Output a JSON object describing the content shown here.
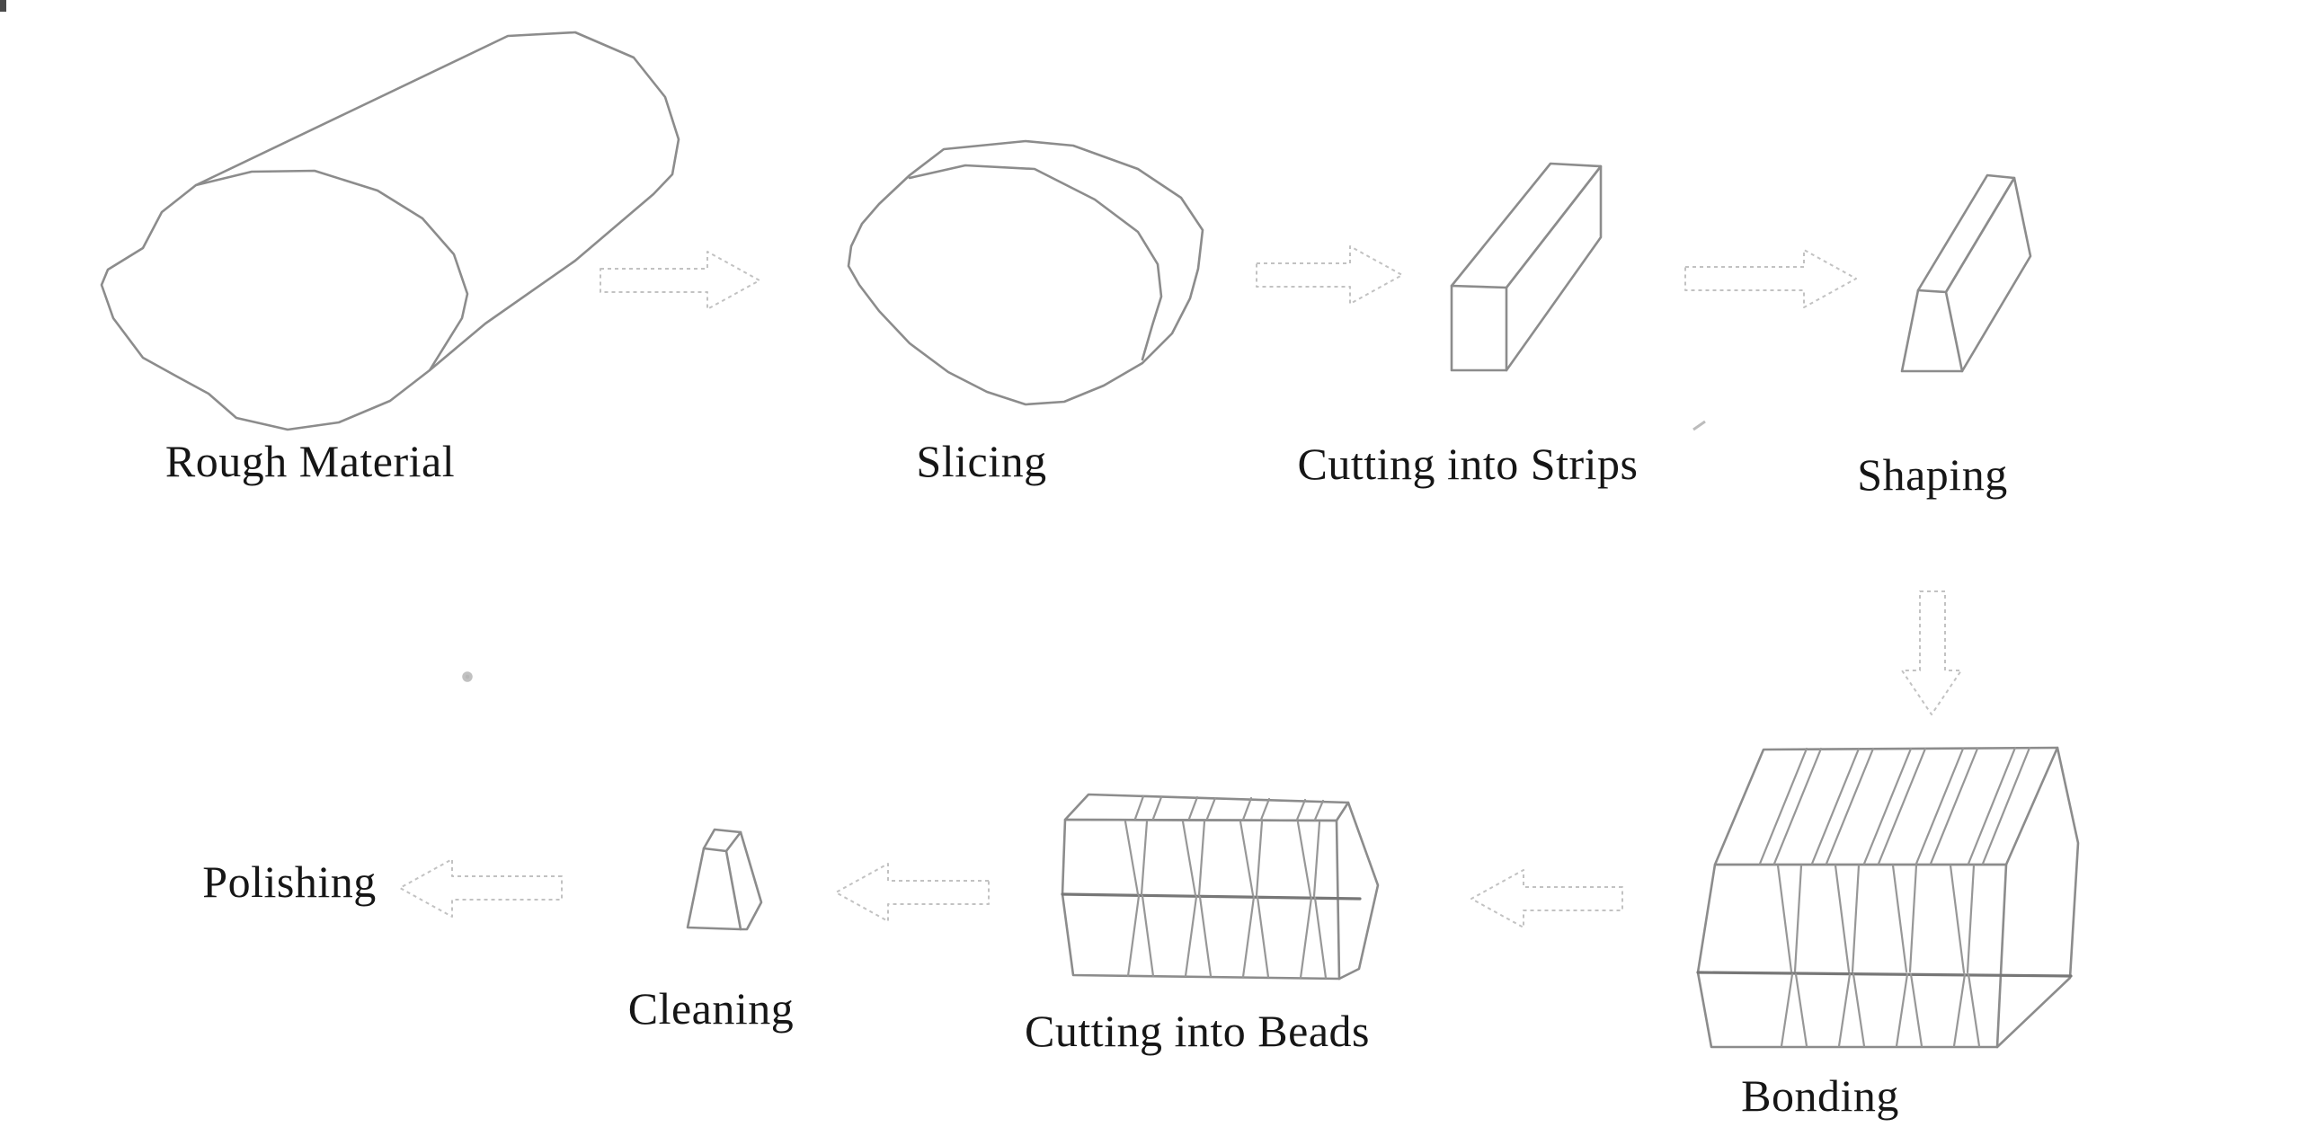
{
  "diagram": {
    "background_color": "#ffffff",
    "line_color": "#8c8c8c",
    "arrow_outline_color": "#c2c2c2",
    "text_color": "#161616",
    "steps": [
      {
        "label": "Rough Material",
        "shape": "irregular-log"
      },
      {
        "label": "Slicing",
        "shape": "sliced-disc"
      },
      {
        "label": "Cutting into Strips",
        "shape": "rectangular-strip-bar"
      },
      {
        "label": "Shaping",
        "shape": "tapered-strip-prism"
      },
      {
        "label": "Bonding",
        "shape": "bonded-strip-block"
      },
      {
        "label": "Cutting into Beads",
        "shape": "bead-cut-block"
      },
      {
        "label": "Cleaning",
        "shape": "single-bead-blank"
      },
      {
        "label": "Polishing",
        "shape": "label-only"
      }
    ],
    "arrows": [
      {
        "from": "Rough Material",
        "to": "Slicing",
        "direction": "right"
      },
      {
        "from": "Slicing",
        "to": "Cutting into Strips",
        "direction": "right"
      },
      {
        "from": "Cutting into Strips",
        "to": "Shaping",
        "direction": "right"
      },
      {
        "from": "Shaping",
        "to": "Bonding",
        "direction": "down"
      },
      {
        "from": "Bonding",
        "to": "Cutting into Beads",
        "direction": "left"
      },
      {
        "from": "Cutting into Beads",
        "to": "Cleaning",
        "direction": "left"
      },
      {
        "from": "Cleaning",
        "to": "Polishing",
        "direction": "left"
      }
    ]
  }
}
